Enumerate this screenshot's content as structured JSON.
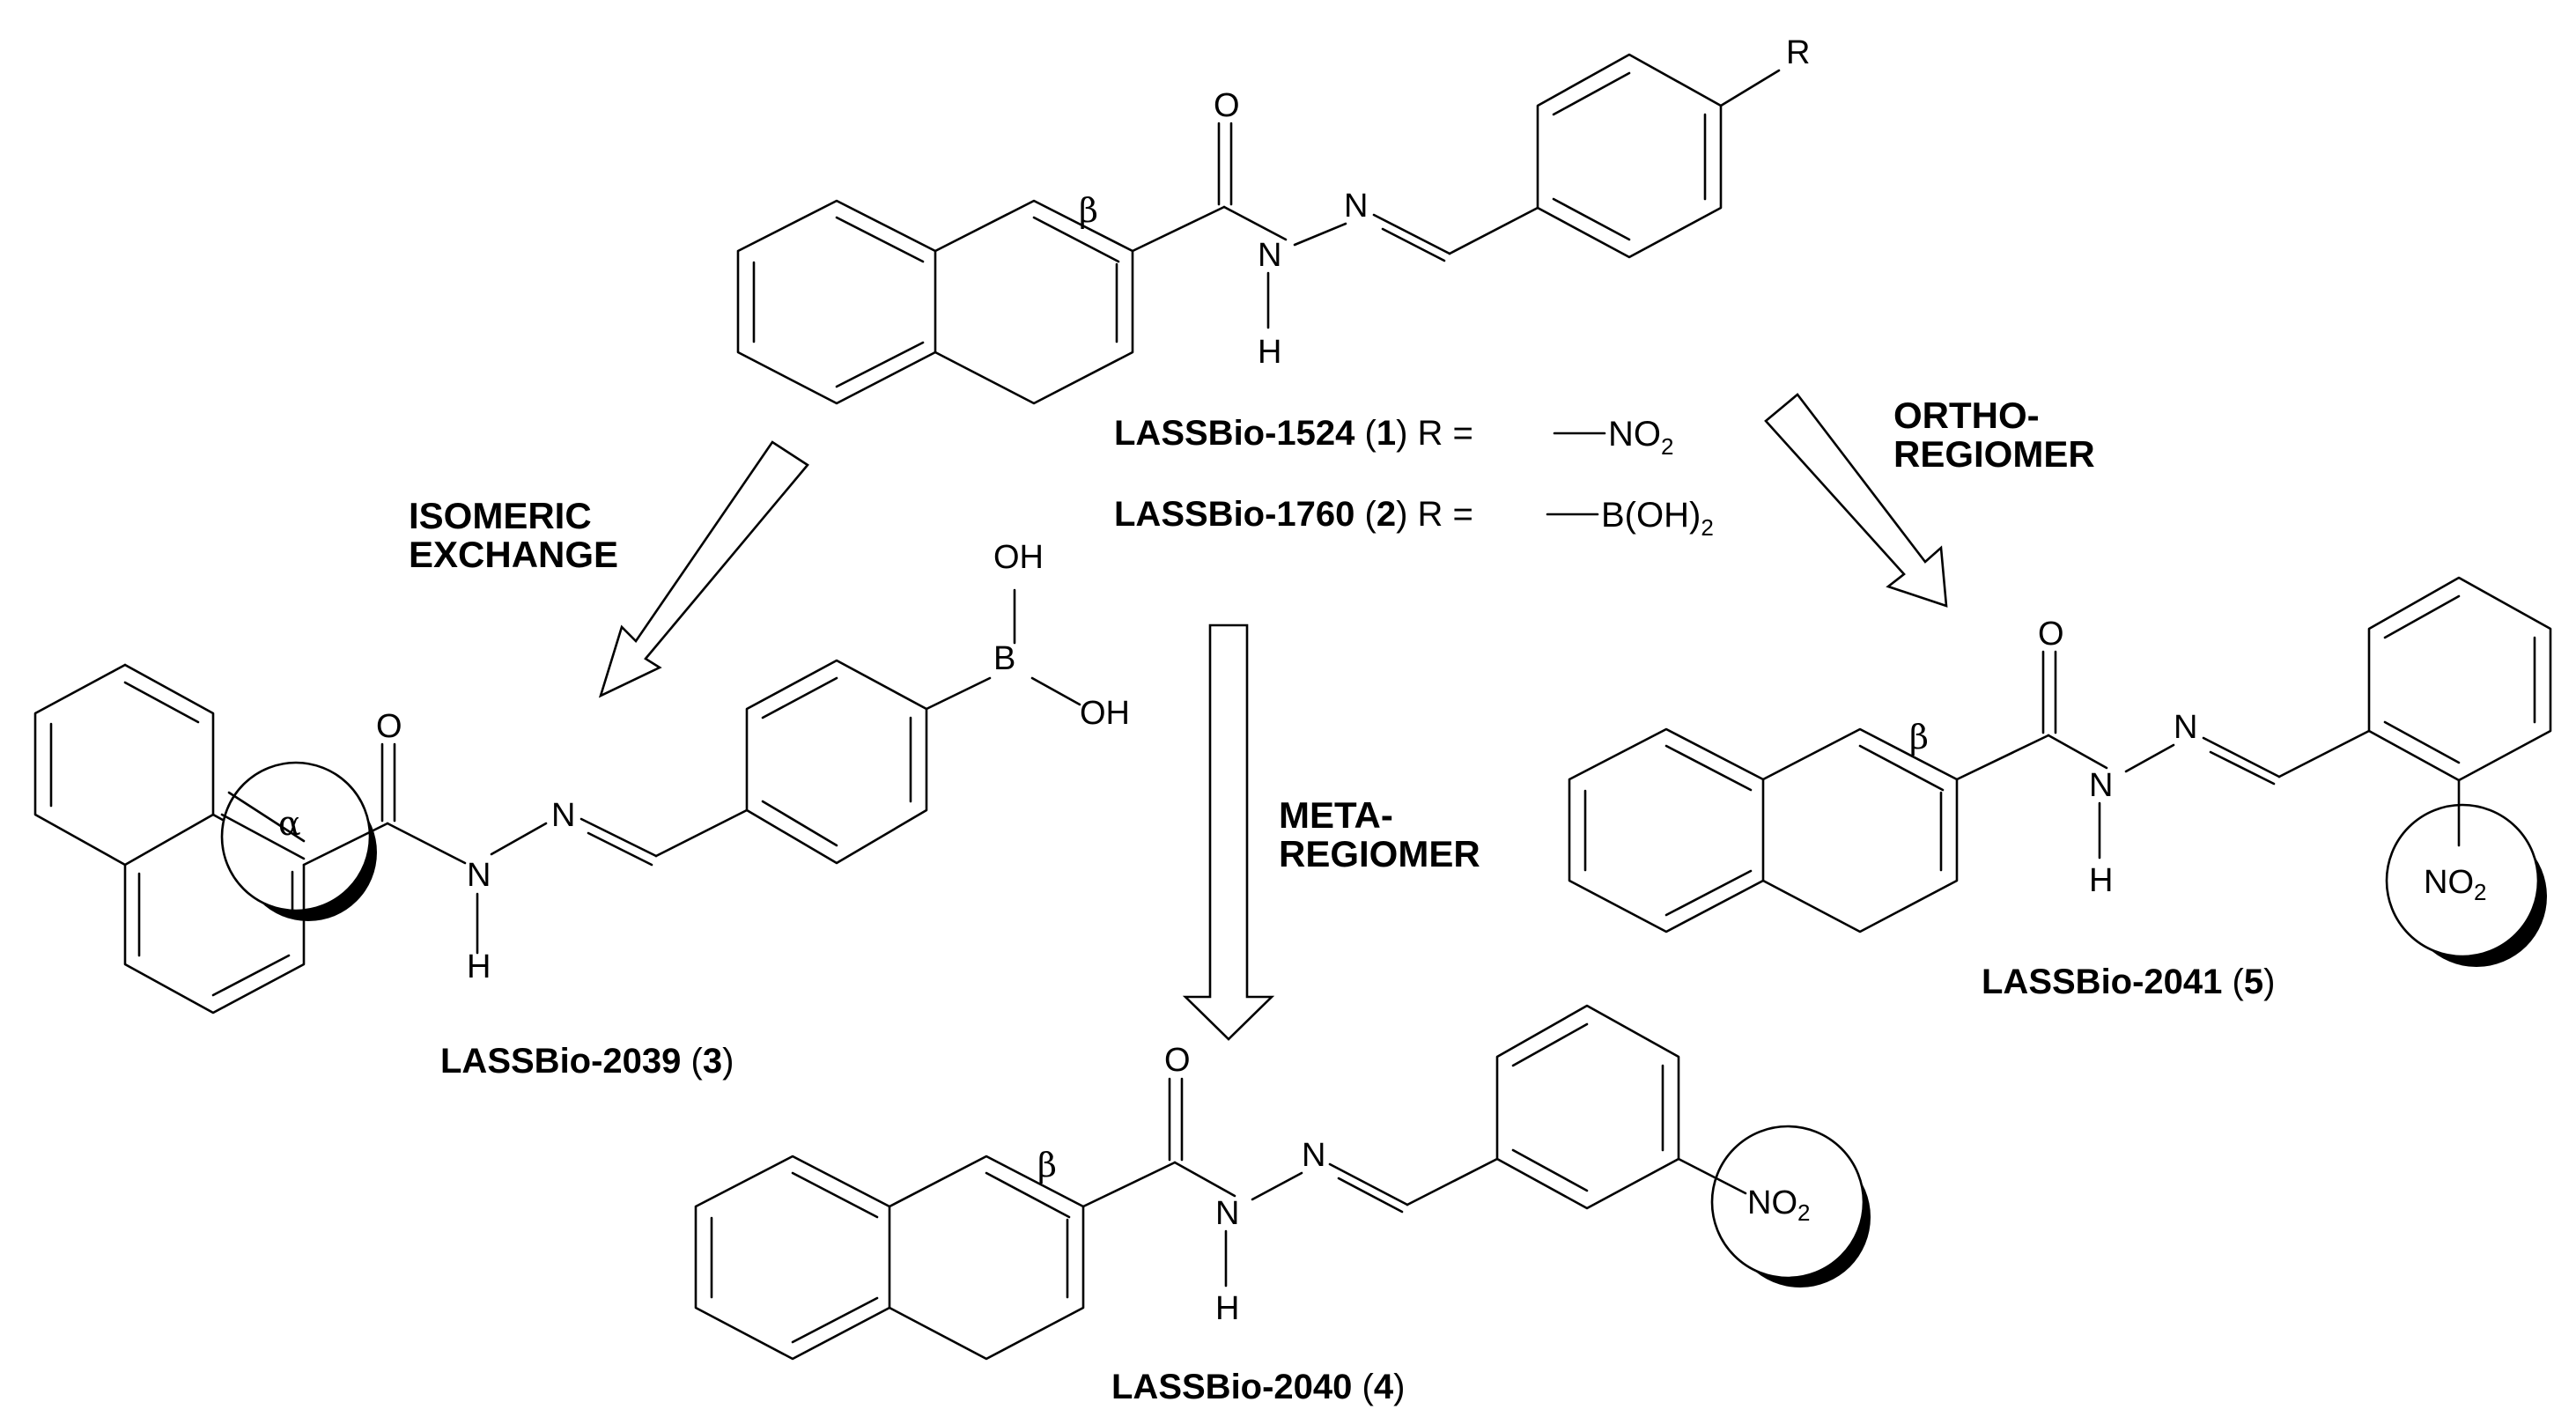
{
  "molecules": {
    "lead": {
      "o": "O",
      "n_imine": "N",
      "n_amide": "N",
      "h": "H",
      "r": "R",
      "beta": "β",
      "line1": {
        "name": "LASSBio-1524",
        "num_open": " (",
        "num": "1",
        "num_close": ")",
        "eq": " R = ",
        "group": "NO",
        "sub": "2"
      },
      "line2": {
        "name": "LASSBio-1760",
        "num_open": " (",
        "num": "2",
        "num_close": ")",
        "eq": " R = ",
        "group": "B(OH)",
        "sub": "2"
      }
    },
    "m3": {
      "o": "O",
      "n_imine": "N",
      "n_amide": "N",
      "h": "H",
      "b": "B",
      "oh1": "OH",
      "oh2": "OH",
      "alpha": "α",
      "name": "LASSBio-2039",
      "num_open": " (",
      "num": "3",
      "num_close": ")"
    },
    "m4": {
      "o": "O",
      "n_imine": "N",
      "n_amide": "N",
      "h": "H",
      "beta": "β",
      "no2": "NO",
      "sub": "2",
      "name": "LASSBio-2040",
      "num_open": " (",
      "num": "4",
      "num_close": ")"
    },
    "m5": {
      "o": "O",
      "n_imine": "N",
      "n_amide": "N",
      "h": "H",
      "beta": "β",
      "no2": "NO",
      "sub": "2",
      "name": "LASSBio-2041",
      "num_open": " (",
      "num": "5",
      "num_close": ")"
    }
  },
  "arrows": {
    "isomeric": {
      "line1": "ISOMERIC",
      "line2": "EXCHANGE"
    },
    "meta": {
      "line1": "META-",
      "line2": "REGIOMER"
    },
    "ortho": {
      "line1": "ORTHO-",
      "line2": "REGIOMER"
    }
  }
}
